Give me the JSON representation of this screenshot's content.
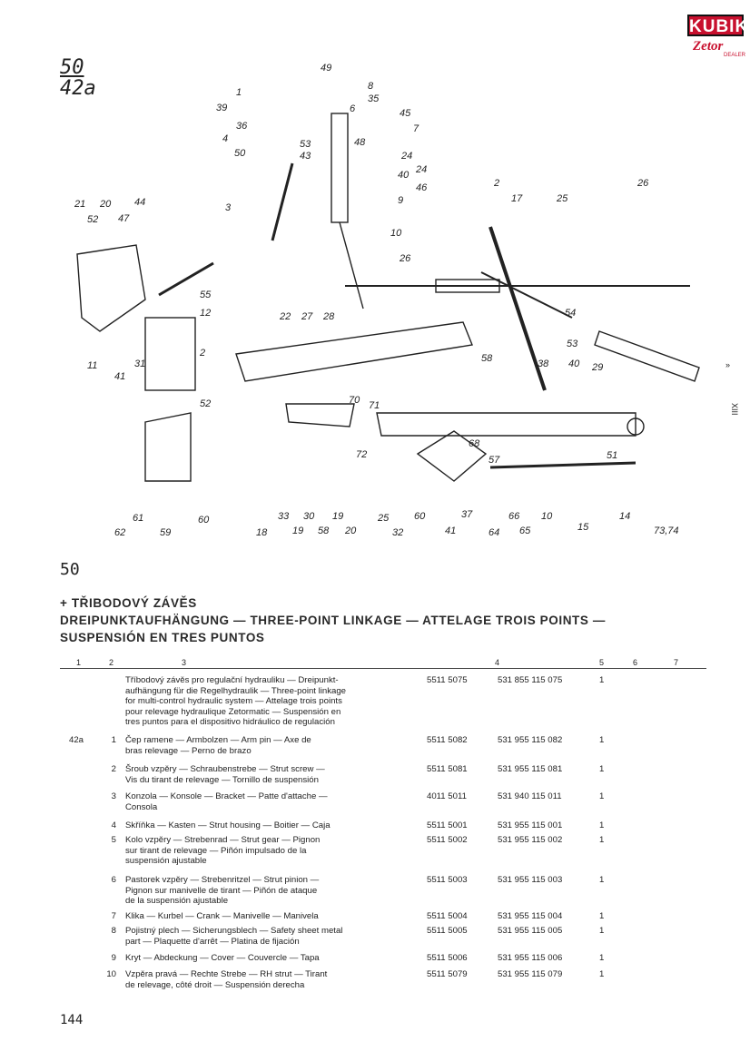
{
  "logo": {
    "line1": "KUBIK",
    "line2": "Zetor",
    "line3": "DEALER"
  },
  "page_code": {
    "top": "50",
    "bottom": "42a"
  },
  "diagram": {
    "labels": [
      "49",
      "1",
      "8",
      "35",
      "39",
      "36",
      "6",
      "45",
      "7",
      "4",
      "53",
      "43",
      "48",
      "24",
      "50",
      "24",
      "40",
      "46",
      "9",
      "3",
      "2",
      "17",
      "25",
      "26",
      "21",
      "20",
      "44",
      "52",
      "47",
      "10",
      "26",
      "22",
      "27",
      "28",
      "55",
      "12",
      "54",
      "11",
      "41",
      "31",
      "2",
      "53",
      "58",
      "38",
      "40",
      "29",
      "52",
      "70",
      "71",
      "72",
      "68",
      "57",
      "18",
      "33",
      "19",
      "30",
      "58",
      "19",
      "20",
      "25",
      "32",
      "60",
      "41",
      "37",
      "64",
      "66",
      "65",
      "10",
      "15",
      "14",
      "73,74",
      "51",
      "61",
      "62",
      "59",
      "60"
    ]
  },
  "side_marks": {
    "a": "»",
    "b": "XIII"
  },
  "section_number": "50",
  "title": {
    "line1": "+ TŘIBODOVÝ ZÁVĚS",
    "line2": "DREIPUNKTAUFHÄNGUNG — THREE-POINT LINKAGE — ATTELAGE TROIS POINTS —",
    "line3": "SUSPENSIÓN EN TRES PUNTOS"
  },
  "columns": [
    "1",
    "2",
    "3",
    "4",
    "5",
    "6",
    "7"
  ],
  "rows": [
    {
      "ref": "",
      "no": "",
      "desc": "Tříbodový závěs pro regulační hydrauliku — Dreipunkt-\naufhängung für die Regelhydraulik — Three-point linkage\nfor multi-control hydraulic system — Attelage trois points\npour relevage hydraulique Zetormatic — Suspensión en\ntres puntos para el dispositivo hidráulico de regulación",
      "p1": "5511 5075",
      "p2": "531 855 115 075",
      "qty": "1"
    },
    {
      "ref": "42a",
      "no": "1",
      "desc": "Čep ramene — Armbolzen — Arm pin — Axe de\nbras relevage — Perno de brazo",
      "p1": "5511 5082",
      "p2": "531 955 115 082",
      "qty": "1"
    },
    {
      "ref": "",
      "no": "2",
      "desc": "Šroub vzpěry — Schraubenstrebe — Strut screw —\nVis du tirant de relevage — Tornillo de suspensión",
      "p1": "5511 5081",
      "p2": "531 955 115 081",
      "qty": "1"
    },
    {
      "ref": "",
      "no": "3",
      "desc": "Konzola — Konsole — Bracket — Patte d'attache —\nConsola",
      "p1": "4011 5011",
      "p2": "531 940 115 011",
      "qty": "1"
    },
    {
      "ref": "",
      "no": "4",
      "desc": "Skříňka — Kasten — Strut housing — Boitier — Caja",
      "p1": "5511 5001",
      "p2": "531 955 115 001",
      "qty": "1"
    },
    {
      "ref": "",
      "no": "5",
      "desc": "Kolo vzpěry — Strebenrad — Strut gear — Pignon\nsur tirant de relevage — Piñón impulsado de la\nsuspensión ajustable",
      "p1": "5511 5002",
      "p2": "531 955 115 002",
      "qty": "1"
    },
    {
      "ref": "",
      "no": "6",
      "desc": "Pastorek vzpěry — Strebenritzel — Strut pinion —\nPignon sur manivelle de tirant — Piñón de ataque\nde la suspensión ajustable",
      "p1": "5511 5003",
      "p2": "531 955 115 003",
      "qty": "1"
    },
    {
      "ref": "",
      "no": "7",
      "desc": "Klika — Kurbel — Crank — Manivelle — Manivela",
      "p1": "5511 5004",
      "p2": "531 955 115 004",
      "qty": "1"
    },
    {
      "ref": "",
      "no": "8",
      "desc": "Pojistný plech — Sicherungsblech — Safety sheet metal\npart — Plaquette d'arrêt — Platina de fijación",
      "p1": "5511 5005",
      "p2": "531 955 115 005",
      "qty": "1"
    },
    {
      "ref": "",
      "no": "9",
      "desc": "Kryt — Abdeckung — Cover — Couvercle — Tapa",
      "p1": "5511 5006",
      "p2": "531 955 115 006",
      "qty": "1"
    },
    {
      "ref": "",
      "no": "10",
      "desc": "Vzpěra pravá — Rechte Strebe — RH strut — Tirant\nde relevage, côté droit — Suspensión derecha",
      "p1": "5511 5079",
      "p2": "531 955 115 079",
      "qty": "1"
    }
  ],
  "page_number": "144"
}
